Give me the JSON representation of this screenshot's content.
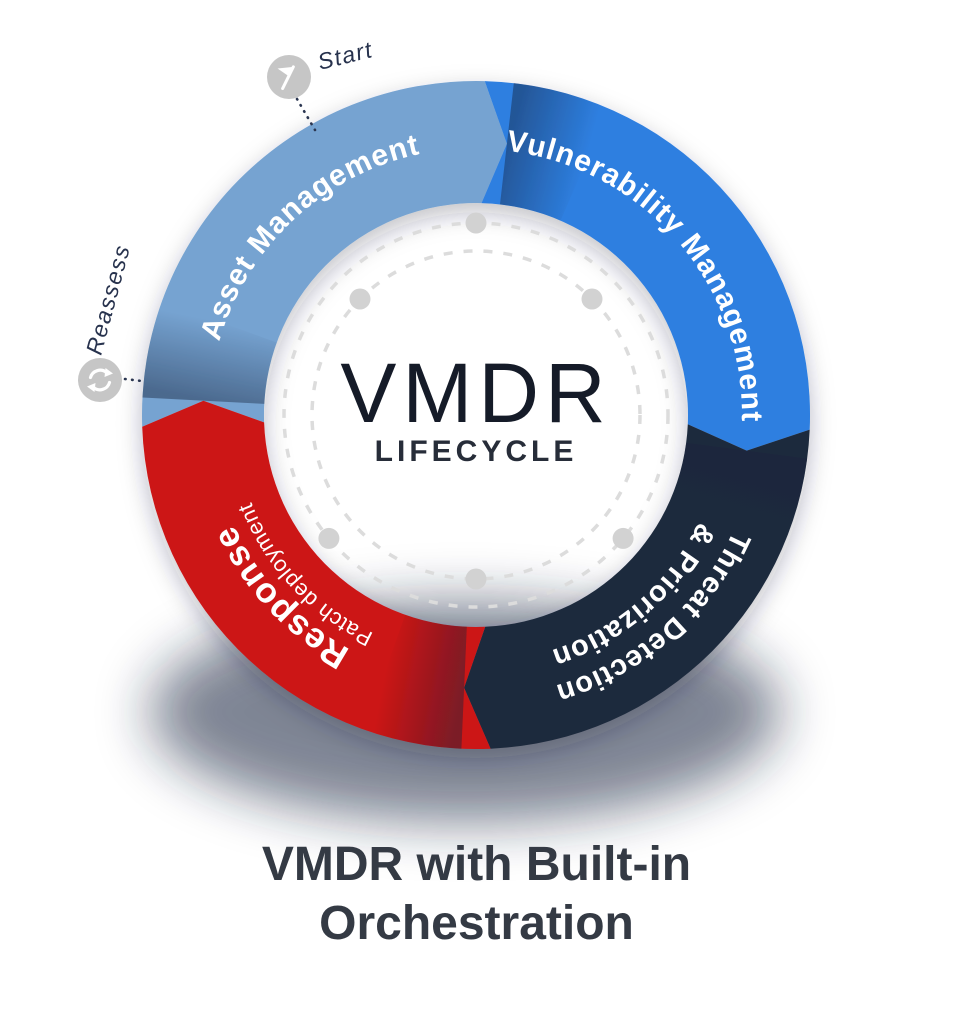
{
  "diagram": {
    "center": {
      "logo": "VMDR",
      "subtitle": "LIFECYCLE"
    },
    "flow_direction": "clockwise",
    "segments": [
      {
        "id": "asset",
        "lines": [
          "Asset Management"
        ],
        "color": "#76a3d1"
      },
      {
        "id": "vulnerability",
        "lines": [
          "Vulnerability Management"
        ],
        "color": "#2e7fe0"
      },
      {
        "id": "threat",
        "lines": [
          "Threat Detection",
          "& Priorization"
        ],
        "color": "#1d2a3e"
      },
      {
        "id": "response",
        "lines": [
          "Response",
          "Patch deployment"
        ],
        "color": "#cc1414"
      }
    ],
    "markers": [
      {
        "id": "start",
        "label": "Start"
      },
      {
        "id": "reassess",
        "label": "Reassess"
      }
    ]
  },
  "caption": "VMDR with Built-in Orchestration",
  "colors": {
    "dashed_circle": "#dcdcdc",
    "orbit_dot": "#d2d2d2",
    "marker_circle": "#c6c6c6",
    "marker_glyph": "#ffffff",
    "connector": "#2a3550",
    "segment_label": "#ffffff",
    "center_logo": "#151b28",
    "center_subtitle": "#272d39",
    "note_text": "#27324d",
    "caption_text": "#343a44",
    "shadow": "#17233d"
  }
}
